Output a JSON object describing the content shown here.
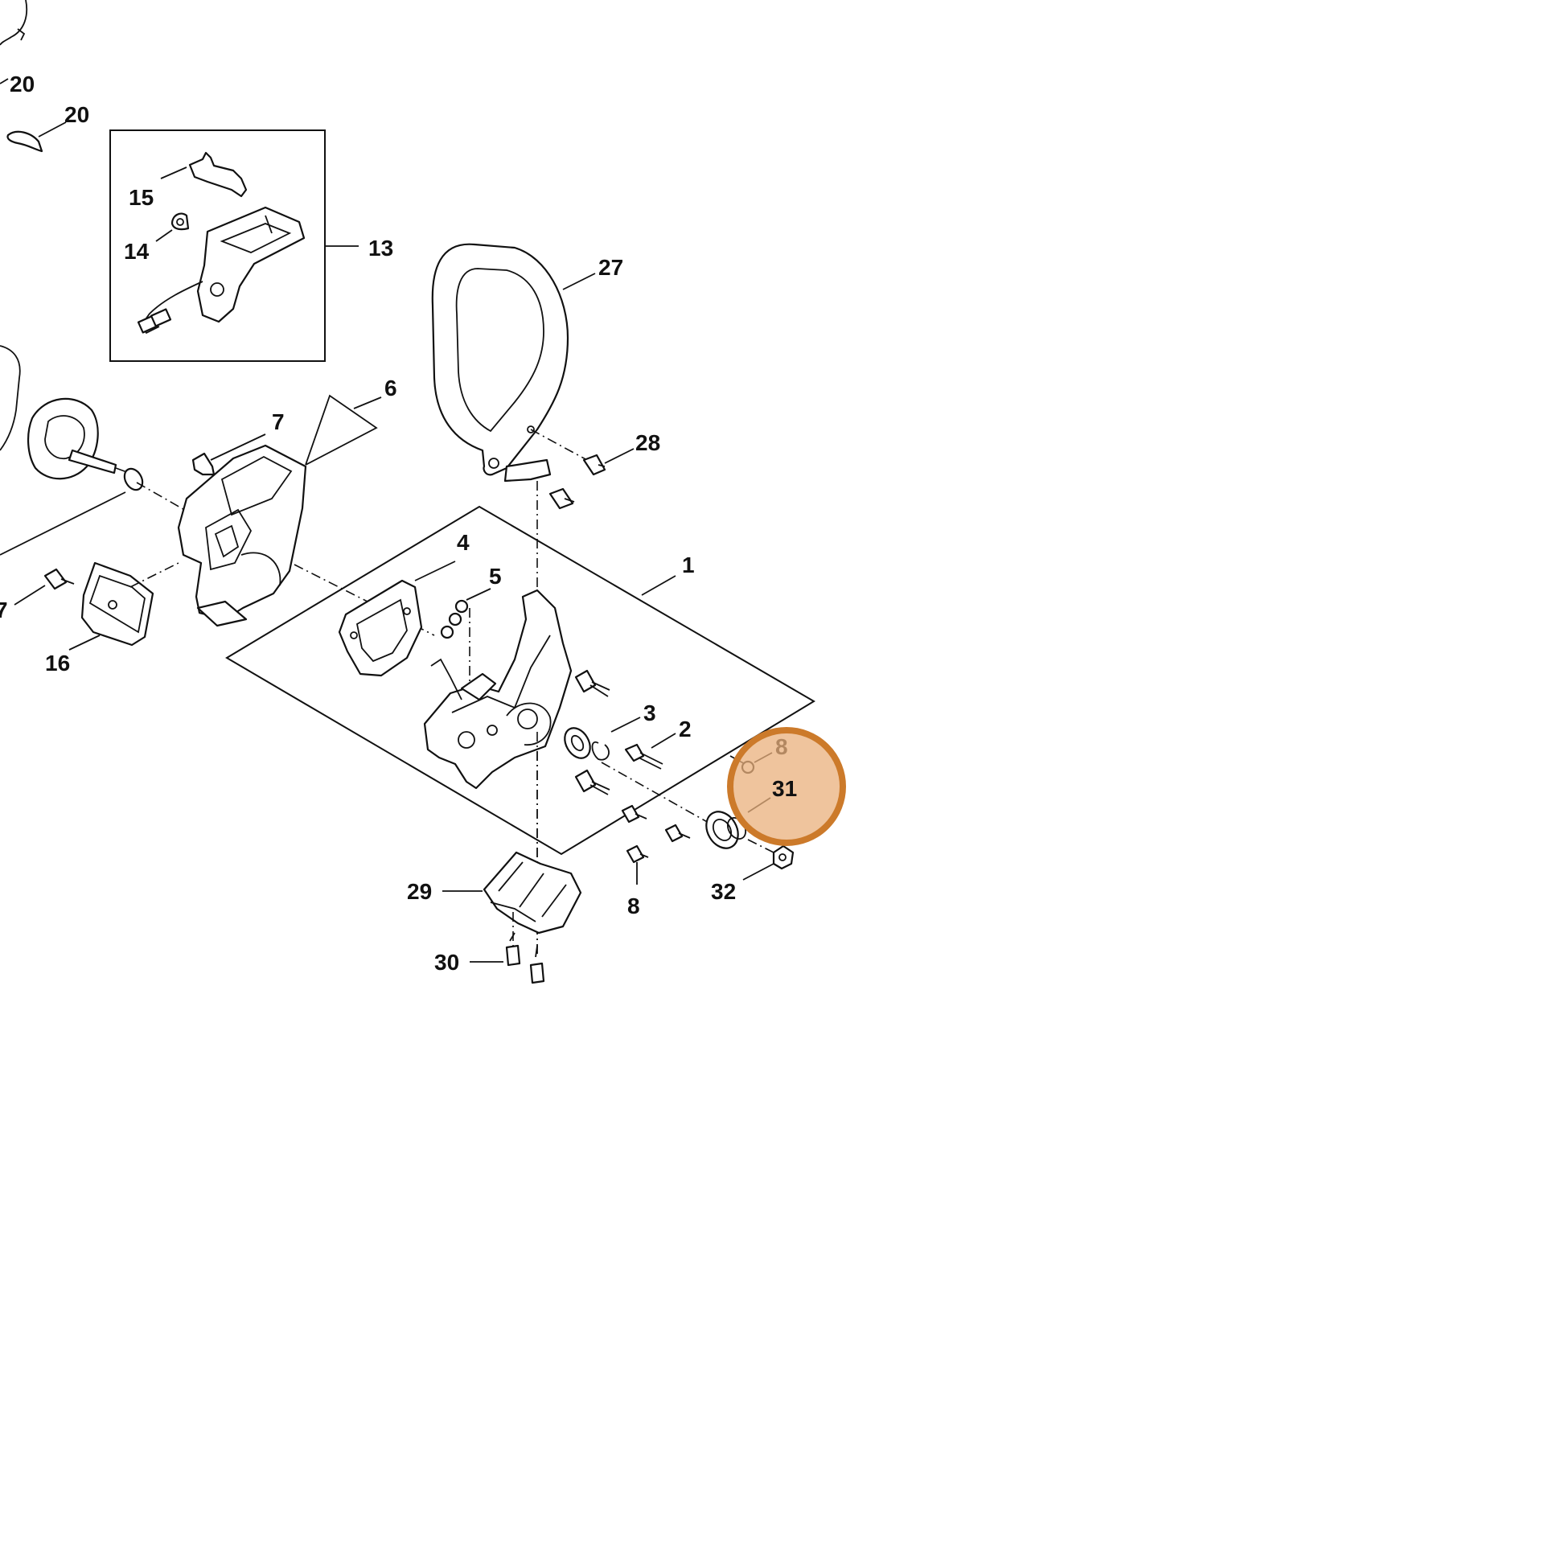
{
  "diagram": {
    "callouts": {
      "c20a": "20",
      "c20b": "20",
      "c15": "15",
      "c14": "14",
      "c13": "13",
      "c27": "27",
      "c7": "7",
      "c6": "6",
      "c28": "28",
      "c4": "4",
      "c5": "5",
      "c1": "1",
      "c17": "7",
      "c16": "16",
      "c3": "3",
      "c2": "2",
      "c8a": "8",
      "c31": "31",
      "c29": "29",
      "c8b": "8",
      "c32": "32",
      "c30": "30"
    },
    "highlight": {
      "label": "31",
      "fill": "#e9b07c",
      "stroke": "#cc7a2a"
    }
  }
}
